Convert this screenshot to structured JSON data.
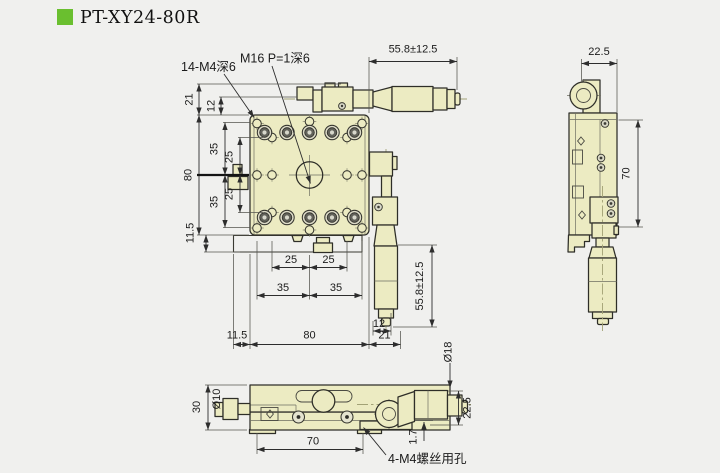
{
  "header": {
    "title": "PT-XY24-80R",
    "bullet_color": "#6abf2f"
  },
  "plan_view": {
    "leader_holes": "14-M4深6",
    "leader_center": "M16 P=1深6",
    "dim_travel_top": "55.8±12.5",
    "dim_travel_right": "55.8±12.5",
    "dim_left_21": "21",
    "dim_left_12": "12",
    "dim_left_80": "80",
    "dim_left_35_upper": "35",
    "dim_left_25_upper": "25",
    "dim_left_25_lower": "25",
    "dim_left_35_lower": "35",
    "dim_left_11_5": "11.5",
    "dim_bottom_25_left": "25",
    "dim_bottom_25_right": "25",
    "dim_bottom_35_left": "35",
    "dim_bottom_35_right": "35",
    "dim_bottom_11_5": "11.5",
    "dim_bottom_80": "80",
    "dim_bottom_12": "12",
    "dim_bottom_21": "21"
  },
  "side_view": {
    "dim_width": "22.5",
    "dim_rail": "70"
  },
  "bottom_view": {
    "dim_height": "30",
    "dim_knob_dia": "Ø10",
    "dim_length": "70",
    "dim_mic_dia": "Ø18",
    "dim_mic_height": "22.5",
    "dim_foot": "1.7",
    "leader_screw_holes": "4-M4螺丝用孔"
  }
}
